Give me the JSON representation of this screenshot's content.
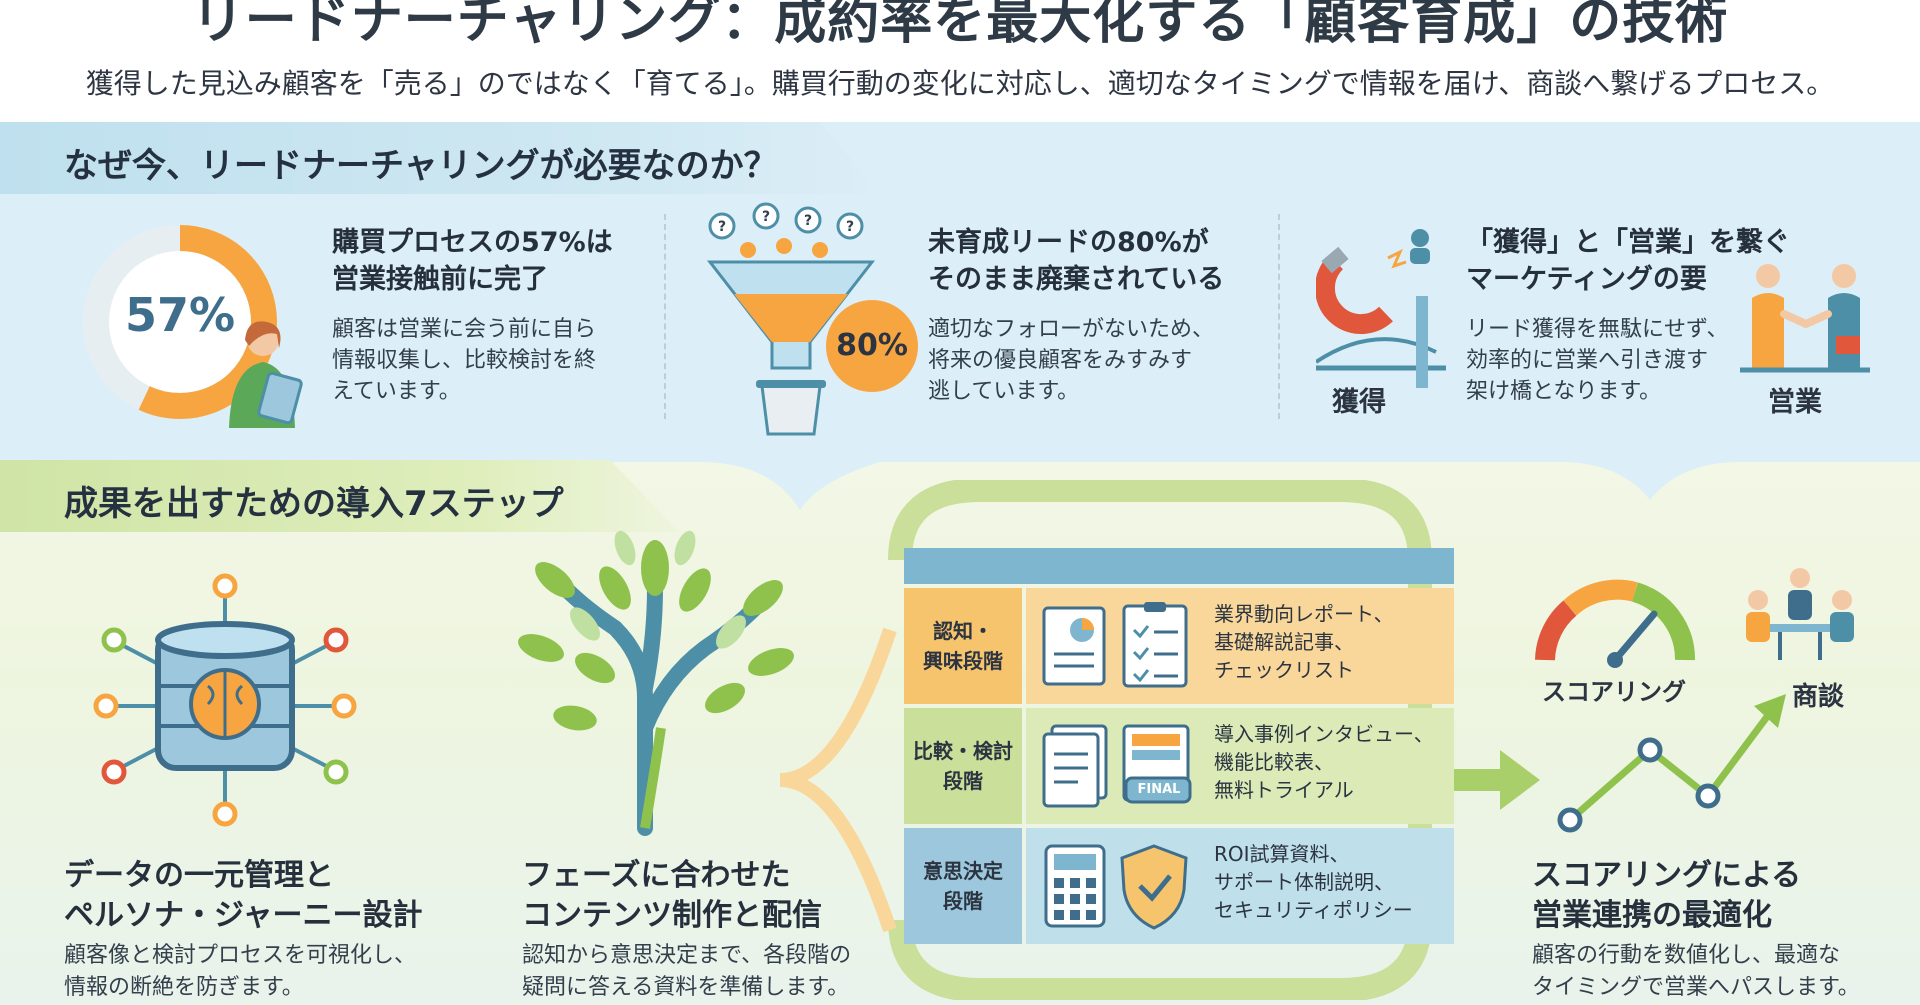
{
  "header": {
    "title": "リードナーチャリング：成約率を最大化する「顧客育成」の技術",
    "subtitle": "獲得した見込み顧客を「売る」のではなく「育てる」。購買行動の変化に対応し、適切なタイミングで情報を届け、商談へ繋げるプロセス。"
  },
  "why": {
    "heading": "なぜ今、リードナーチャリングが必要なのか？",
    "stats": [
      {
        "value": "57%",
        "title_lines": [
          "購買プロセスの57%は",
          "営業接触前に完了"
        ],
        "desc_lines": [
          "顧客は営業に会う前に自ら",
          "情報収集し、比較検討を終",
          "えています。"
        ]
      },
      {
        "value": "80%",
        "title_lines": [
          "未育成リードの80%が",
          "そのまま廃棄されている"
        ],
        "desc_lines": [
          "適切なフォローがないため、",
          "将来の優良顧客をみすみす",
          "逃しています。"
        ]
      },
      {
        "title_lines": [
          "「獲得」と「営業」を繋ぐ",
          "マーケティングの要"
        ],
        "desc_lines": [
          "リード獲得を無駄にせず、",
          "効率的に営業へ引き渡す",
          "架け橋となります。"
        ],
        "left_label": "獲得",
        "right_label": "営業"
      }
    ]
  },
  "steps": {
    "heading": "成果を出すための導入7ステップ",
    "items": [
      {
        "title_lines": [
          "データの一元管理と",
          "ペルソナ・ジャーニー設計"
        ],
        "desc_lines": [
          "顧客像と検討プロセスを可視化し、",
          "情報の断絶を防ぎます。"
        ]
      },
      {
        "title_lines": [
          "フェーズに合わせた",
          "コンテンツ制作と配信"
        ],
        "desc_lines": [
          "認知から意思決定まで、各段階の",
          "疑問に答える資料を準備します。"
        ]
      },
      {
        "title_lines": [
          "スコアリングによる",
          "営業連携の最適化"
        ],
        "desc_lines": [
          "顧客の行動を数値化し、最適な",
          "タイミングで営業へパスします。"
        ]
      }
    ],
    "phases": [
      {
        "name": "認知・\n興味段階",
        "content": "業界動向レポート、\n基礎解説記事、\nチェックリスト",
        "color": "#f9d79a"
      },
      {
        "name": "比較・検討\n段階",
        "content": "導入事例インタビュー、\n機能比較表、\n無料トライアル",
        "color": "#dbeab7"
      },
      {
        "name": "意思決定\n段階",
        "content": "ROI試算資料、\nサポート体制説明、\nセキュリティポリシー",
        "color": "#bfe0ea"
      }
    ],
    "final_badge": "FINAL",
    "scoring_label": "スコアリング",
    "meeting_label": "商談"
  },
  "colors": {
    "orange": "#f7a541",
    "teal": "#4e8fa8",
    "green": "#8fc24d",
    "blue": "#7fb6cf"
  }
}
